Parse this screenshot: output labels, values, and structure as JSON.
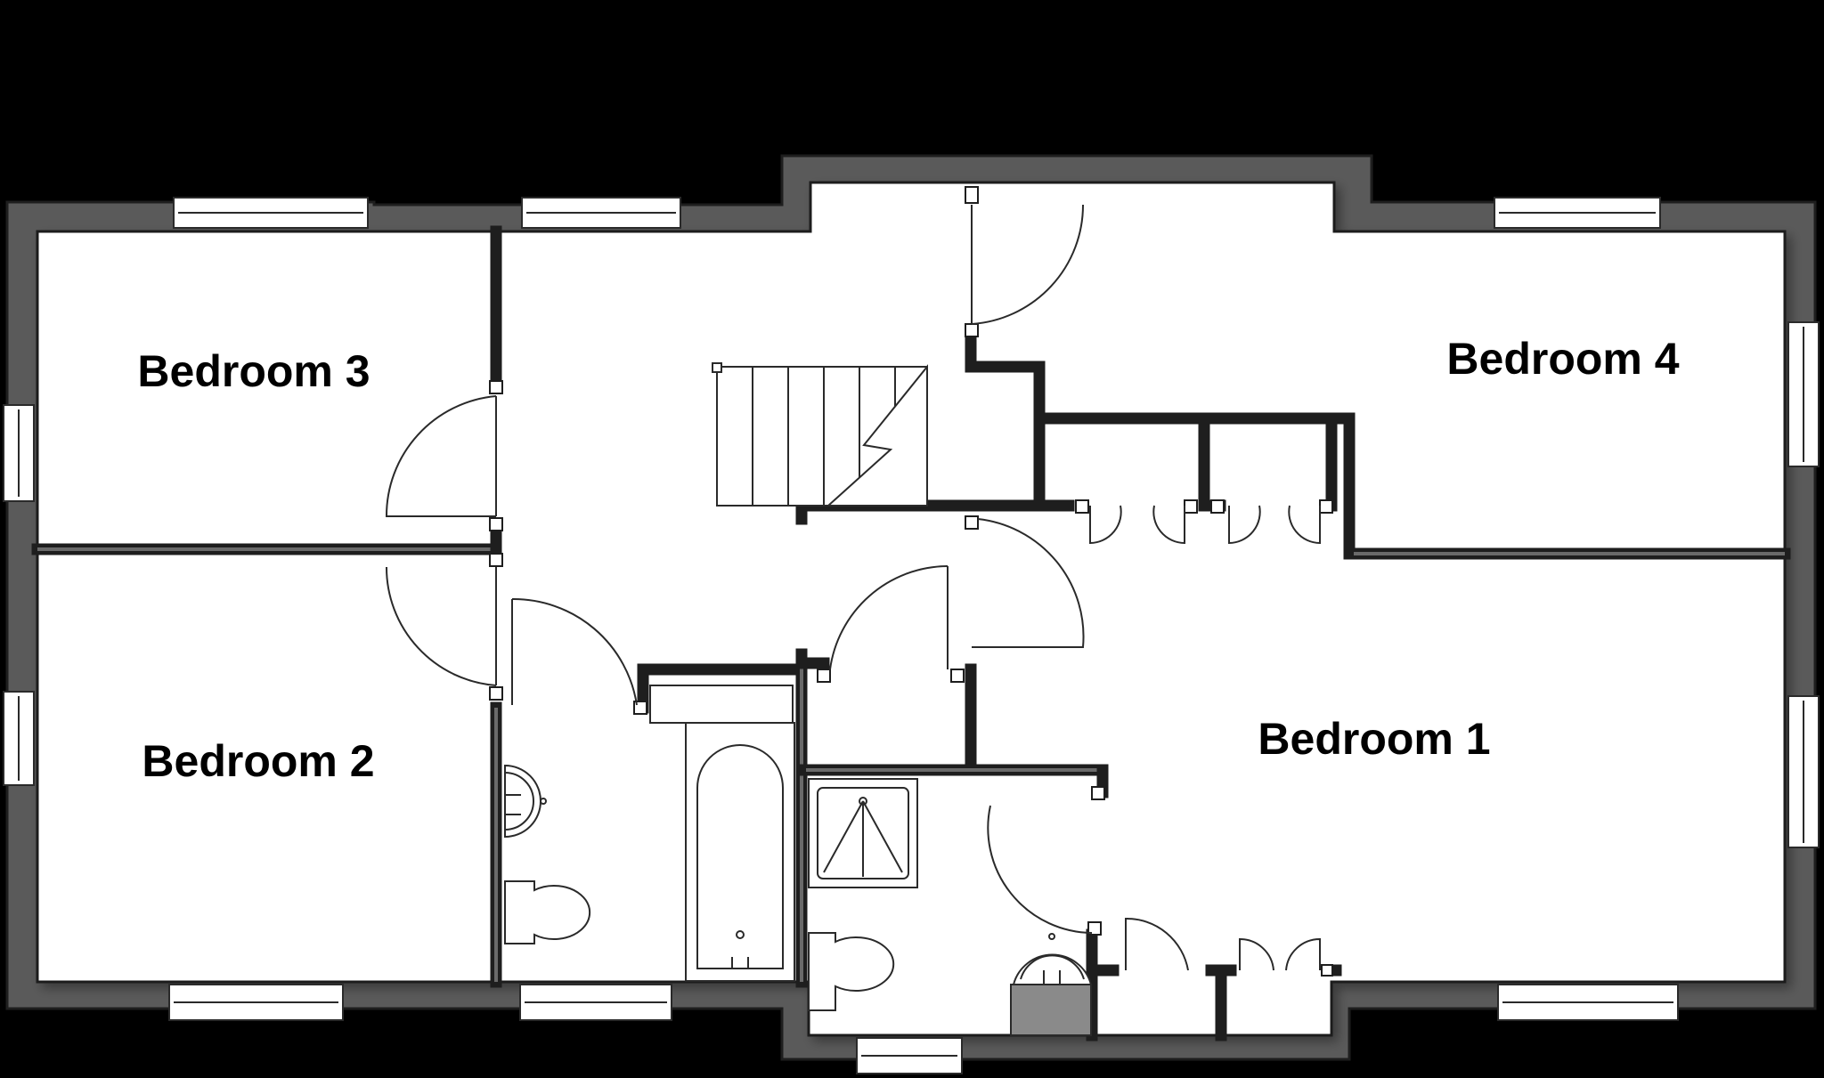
{
  "rooms": {
    "bedroom_3": "Bedroom 3",
    "bedroom_4": "Bedroom 4",
    "bedroom_2": "Bedroom 2",
    "bedroom_1": "Bedroom 1"
  },
  "colors": {
    "background": "#000000",
    "floor": "#ffffff",
    "wall": "#5a5a5a",
    "wall_edge": "#1e1e1e",
    "line": "#2a2a2a",
    "vanity": "#8a8a8a"
  }
}
